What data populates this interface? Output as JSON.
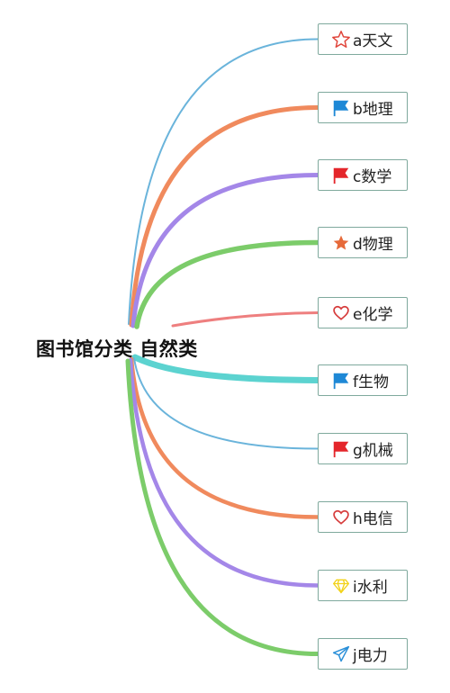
{
  "root": {
    "title": "图书馆分类 自然类"
  },
  "nodes": [
    {
      "label": "a天文",
      "icon": "star-outline-icon",
      "icon_color": "#e0443a",
      "branch_color": "#6ab4db"
    },
    {
      "label": "b地理",
      "icon": "flag-icon",
      "icon_color": "#1e88d6",
      "branch_color": "#f08a5d"
    },
    {
      "label": "c数学",
      "icon": "flag-icon",
      "icon_color": "#e4262b",
      "branch_color": "#a487e8"
    },
    {
      "label": "d物理",
      "icon": "star-filled-icon",
      "icon_color": "#e66a3a",
      "branch_color": "#7ccc6a"
    },
    {
      "label": "e化学",
      "icon": "heart-outline-icon",
      "icon_color": "#d63b3b",
      "branch_color": "#ee7f7f"
    },
    {
      "label": "f生物",
      "icon": "flag-icon",
      "icon_color": "#1e88d6",
      "branch_color": "#5cd3d0"
    },
    {
      "label": "g机械",
      "icon": "flag-icon",
      "icon_color": "#e4262b",
      "branch_color": "#6ab4db"
    },
    {
      "label": "h电信",
      "icon": "heart-outline-icon",
      "icon_color": "#d63b3b",
      "branch_color": "#f08a5d"
    },
    {
      "label": "i水利",
      "icon": "diamond-icon",
      "icon_color": "#f2d218",
      "branch_color": "#a487e8"
    },
    {
      "label": "j电力",
      "icon": "paper-plane-icon",
      "icon_color": "#2a8fd8",
      "branch_color": "#7ccc6a"
    }
  ]
}
